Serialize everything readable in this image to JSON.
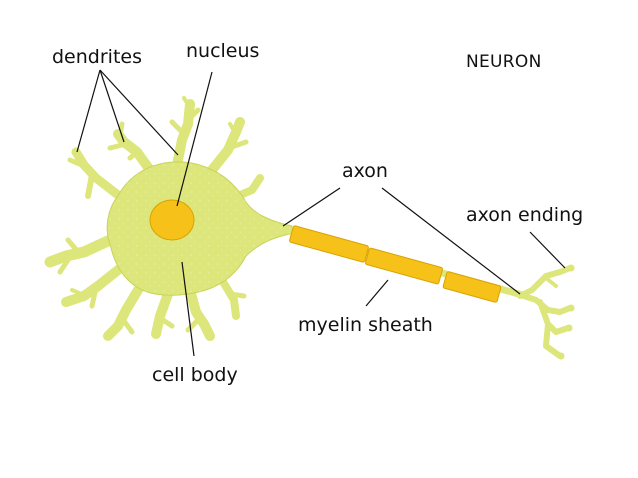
{
  "diagram": {
    "title": "NEURON",
    "labels": {
      "dendrites": "dendrites",
      "nucleus": "nucleus",
      "axon": "axon",
      "axon_ending": "axon ending",
      "myelin_sheath": "myelin sheath",
      "cell_body": "cell body"
    },
    "colors": {
      "cell_fill": "#DCE67A",
      "cell_stroke": "#C9D35A",
      "myelin_fill": "#F6C21A",
      "myelin_stroke": "#D9A200",
      "nucleus_fill": "#F6C21A",
      "leader_line": "#111111"
    }
  }
}
